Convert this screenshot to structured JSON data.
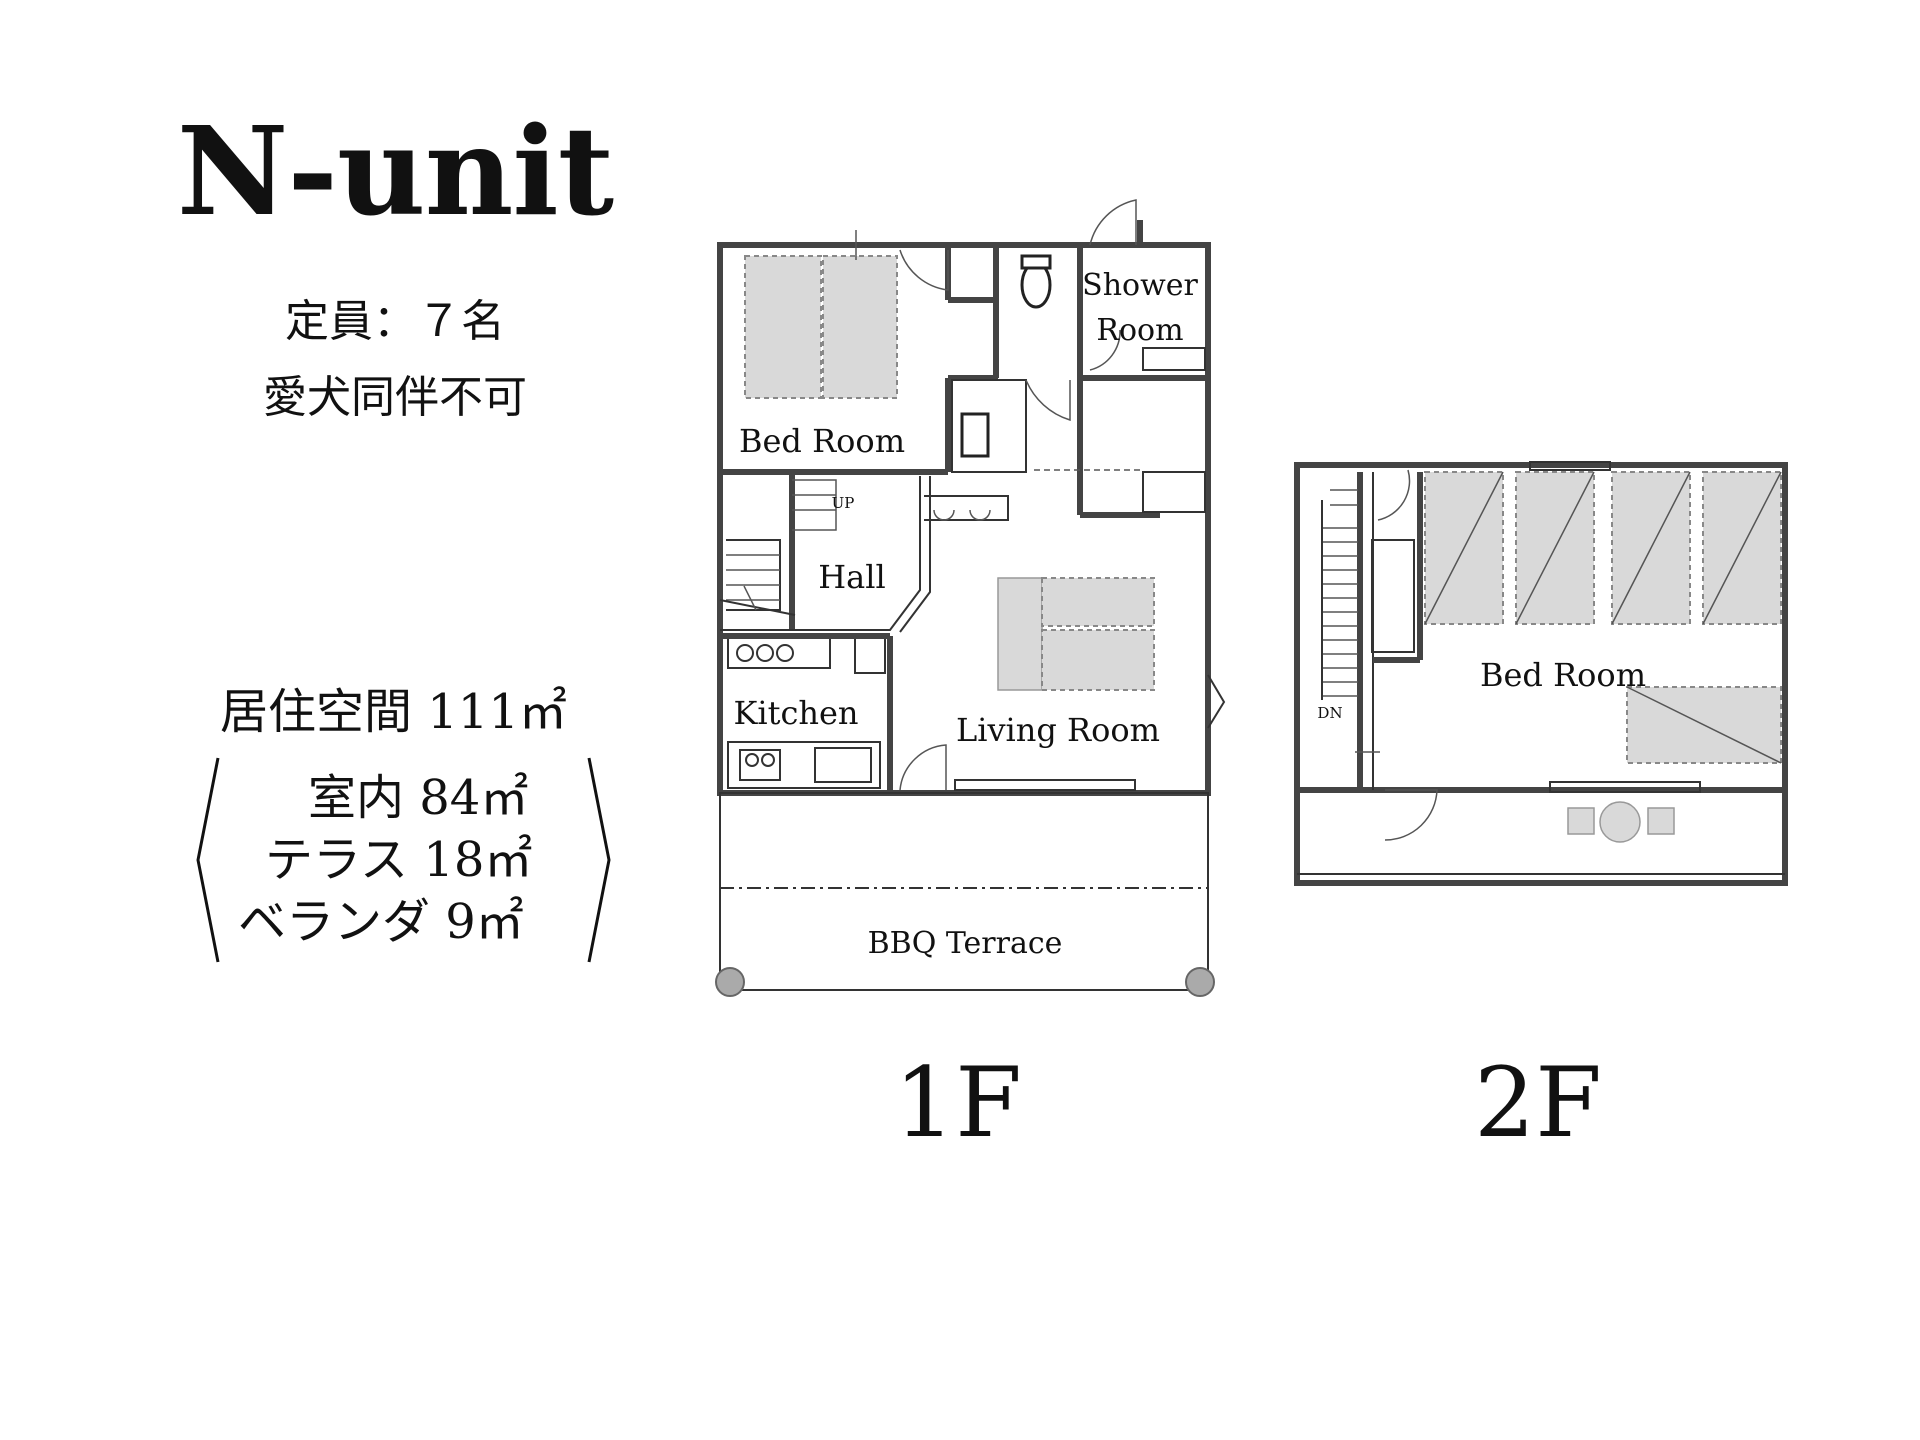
{
  "unit": {
    "name": "N-unit",
    "capacity": "定員：７名",
    "pet_policy": "愛犬同伴不可"
  },
  "areas": {
    "total": "居住空間 111㎡",
    "indoor": "室内 84㎡",
    "terrace": "テラス 18㎡",
    "veranda": "ベランダ 9㎡"
  },
  "floor1": {
    "label": "1F",
    "rooms": {
      "bedroom": "Bed Room",
      "shower_line1": "Shower",
      "shower_line2": "Room",
      "hall": "Hall",
      "kitchen": "Kitchen",
      "living": "Living Room",
      "terrace": "BBQ Terrace"
    },
    "stair_mark": "UP"
  },
  "floor2": {
    "label": "2F",
    "rooms": {
      "bedroom": "Bed Room"
    },
    "stair_mark": "DN"
  },
  "colors": {
    "wall": "#444444",
    "furniture": "#d9d9d9",
    "background": "#ffffff"
  }
}
